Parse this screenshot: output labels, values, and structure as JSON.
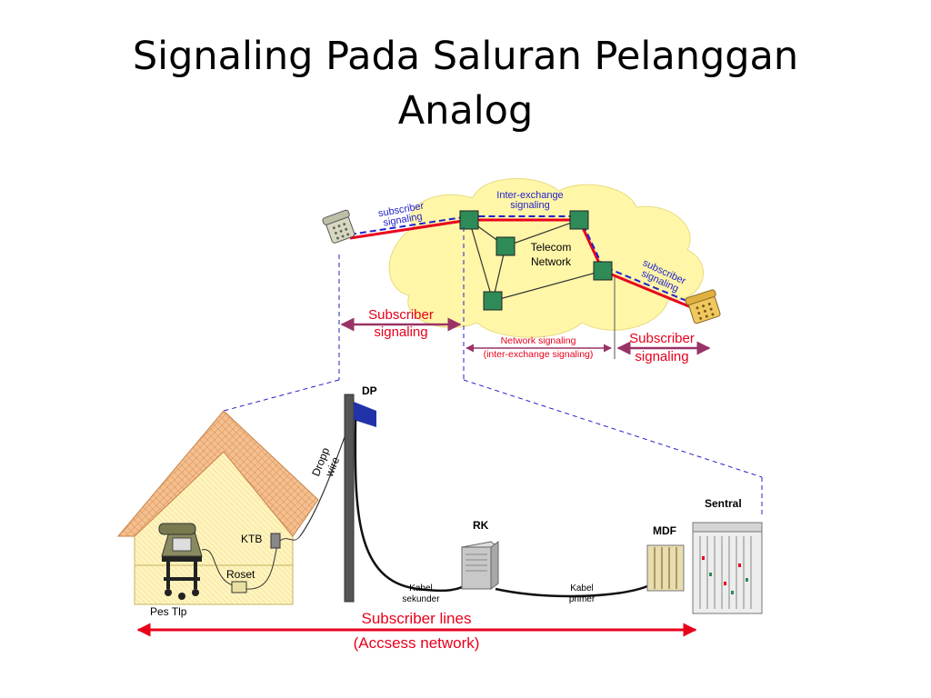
{
  "title": {
    "line1": "Signaling Pada Saluran Pelanggan",
    "line2": "Analog"
  },
  "cloud": {
    "inter_exchange_1": "Inter-exchange",
    "inter_exchange_2": "signaling",
    "telecom_1": "Telecom",
    "telecom_2": "Network",
    "sub_left_1": "subscriber",
    "sub_left_2": "signaling",
    "sub_right_1": "subscriber",
    "sub_right_2": "signaling"
  },
  "ranges": {
    "subscriber_left_1": "Subscriber",
    "subscriber_left_2": "signaling",
    "network_1": "Network signaling",
    "network_2": "(inter-exchange signaling)",
    "subscriber_right_1": "Subscriber",
    "subscriber_right_2": "signaling"
  },
  "access": {
    "dp": "DP",
    "dropp": "Dropp",
    "wire": "wire",
    "ktb": "KTB",
    "roset": "Roset",
    "pes_tlp": "Pes Tlp",
    "rk": "RK",
    "mdf": "MDF",
    "sentral": "Sentral",
    "kabel_sekunder_1": "Kabel",
    "kabel_sekunder_2": "sekunder",
    "kabel_primer_1": "Kabel",
    "kabel_primer_2": "primer",
    "subscriber_lines": "Subscriber lines",
    "access_network": "(Accsess network)"
  },
  "colors": {
    "red": "#e8001c",
    "blue": "#2222cc",
    "purple": "#993366",
    "node": "#2e8b57",
    "cloud": "#fff6a8"
  }
}
